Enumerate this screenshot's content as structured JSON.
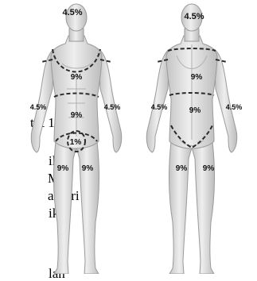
{
  "document_fragments": [
    "tot 1",
    "ik",
    "M",
    "andiri",
    "ik",
    "lah"
  ],
  "front_figure": {
    "head": "4.5%",
    "chest": "9%",
    "abdomen": "9%",
    "arm_right": "4.5%",
    "arm_left": "4.5%",
    "groin": "1%",
    "leg_right": "9%",
    "leg_left": "9%"
  },
  "back_figure": {
    "head": "4.5%",
    "upper_back": "9%",
    "lower_back": "9%",
    "arm_left": "4.5%",
    "arm_right": "4.5%",
    "leg_left": "9%",
    "leg_right": "9%"
  },
  "colors": {
    "skin_light": "#e9e9e9",
    "skin_dark": "#b9b9b9",
    "dash": "#2a2a2a"
  }
}
